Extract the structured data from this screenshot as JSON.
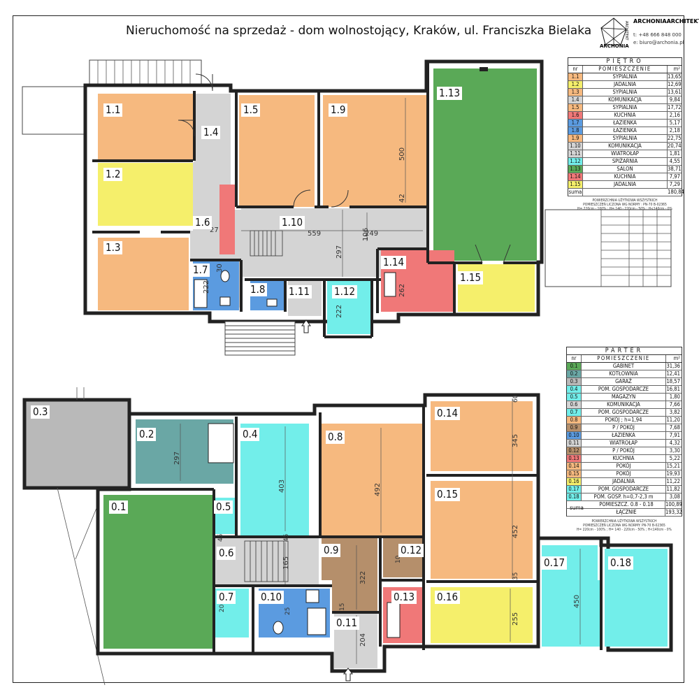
{
  "title": "Nieruchomość na sprzedaż - dom wolnostojący, Kraków, ul. Franciszka Bielaka",
  "company": {
    "name": "ARCHONIAARCHITEKT",
    "sub": "ARCHITEKT",
    "logo_text": "ARCHONIA",
    "phone": "t: +48 666 848 000",
    "email": "e: biuro@archonia.pl"
  },
  "pietro": {
    "header": "PIĘTRO",
    "col_nr": "nr",
    "col_room": "POMIESZCZENIE",
    "col_area": "m²",
    "rooms": [
      {
        "nr": "1.1",
        "name": "SYPIALNIA",
        "area": "13,65",
        "color": "#f6b97f"
      },
      {
        "nr": "1.2",
        "name": "JADALNIA",
        "area": "12,69",
        "color": "#f5ef6b"
      },
      {
        "nr": "1.3",
        "name": "SYPIALNIA",
        "area": "13,61",
        "color": "#f6b97f"
      },
      {
        "nr": "1.4",
        "name": "KOMUNIKACJA",
        "area": "9,84",
        "color": "#d4d4d4"
      },
      {
        "nr": "1.5",
        "name": "SYPIALNIA",
        "area": "17,72",
        "color": "#f6b97f"
      },
      {
        "nr": "1.6",
        "name": "KUCHNIA",
        "area": "2,16",
        "color": "#f07878"
      },
      {
        "nr": "1.7",
        "name": "ŁAZIENKA",
        "area": "5,17",
        "color": "#5b9be0"
      },
      {
        "nr": "1.8",
        "name": "ŁAZIENKA",
        "area": "2,18",
        "color": "#5b9be0"
      },
      {
        "nr": "1.9",
        "name": "SYPIALNIA",
        "area": "22,75",
        "color": "#f6b97f"
      },
      {
        "nr": "1.10",
        "name": "KOMUNIKACJA",
        "area": "20,74",
        "color": "#d4d4d4"
      },
      {
        "nr": "1.11",
        "name": "WIATROŁAP",
        "area": "1,81",
        "color": "#d4d4d4"
      },
      {
        "nr": "1.12",
        "name": "SPIŻARNIA",
        "area": "4,55",
        "color": "#72eeea"
      },
      {
        "nr": "1.13",
        "name": "SALON",
        "area": "38,71",
        "color": "#5aa957"
      },
      {
        "nr": "1.14",
        "name": "KUCHNIA",
        "area": "7,97",
        "color": "#f07878"
      },
      {
        "nr": "1.15",
        "name": "JADALNIA",
        "area": "7,29",
        "color": "#f5ef6b"
      }
    ],
    "sum_label": "suma",
    "sum_value": "180,84",
    "note1": "POWIERZCHNIA UŻYTKOWA WSZYSTKICH",
    "note2": "POMIESZCZEŃ LICZONA WG NORMY : PN-70 B-02365",
    "note3": "H= 220cm - 100% ; H= 140 - 220cm - 50% ; H<140cm - 0%"
  },
  "parter": {
    "header": "PARTER",
    "col_nr": "nr",
    "col_room": "POMIESZCZENIE",
    "col_area": "m²",
    "rooms": [
      {
        "nr": "0.1",
        "name": "GABINET",
        "area": "31,36",
        "color": "#5aa957"
      },
      {
        "nr": "0.2",
        "name": "KOTŁOWNIA",
        "area": "12,41",
        "color": "#6aa7a5"
      },
      {
        "nr": "0.3",
        "name": "GARAŻ",
        "area": "18,57",
        "color": "#b9b9b9"
      },
      {
        "nr": "0.4",
        "name": "POM. GOSPODARCZE",
        "area": "16,81",
        "color": "#72eeea"
      },
      {
        "nr": "0.5",
        "name": "MAGAZYN",
        "area": "1,80",
        "color": "#72eeea"
      },
      {
        "nr": "0.6",
        "name": "KOMUNIKACJA",
        "area": "7,66",
        "color": "#d4d4d4"
      },
      {
        "nr": "0.7",
        "name": "POM. GOSPODARCZE",
        "area": "3,82",
        "color": "#72eeea"
      },
      {
        "nr": "0.8",
        "name": "POKÓJ ; h=1,94",
        "area": "11,20",
        "color": "#f6b97f"
      },
      {
        "nr": "0.9",
        "name": "P / POKÓJ",
        "area": "7,68",
        "color": "#b58f6b"
      },
      {
        "nr": "0.10",
        "name": "ŁAZIENKA",
        "area": "7,91",
        "color": "#5b9be0"
      },
      {
        "nr": "0.11",
        "name": "WIATROŁAP",
        "area": "4,32",
        "color": "#d4d4d4"
      },
      {
        "nr": "0.12",
        "name": "P / POKÓJ",
        "area": "3,30",
        "color": "#b58f6b"
      },
      {
        "nr": "0.13",
        "name": "KUCHNIA",
        "area": "5,22",
        "color": "#f07878"
      },
      {
        "nr": "0.14",
        "name": "POKÓJ",
        "area": "15,21",
        "color": "#f6b97f"
      },
      {
        "nr": "0.15",
        "name": "POKÓJ",
        "area": "19,93",
        "color": "#f6b97f"
      },
      {
        "nr": "0.16",
        "name": "JADALNIA",
        "area": "11,22",
        "color": "#f5ef6b"
      },
      {
        "nr": "0.17",
        "name": "POM. GOSPODARCZE",
        "area": "11,82",
        "color": "#72eeea"
      },
      {
        "nr": "0.18",
        "name": "POM. GOSP. h=0,7-2,3 m",
        "area": "3,08",
        "color": "#72eeea"
      }
    ],
    "sum_label": "suma",
    "sum1_name": "POMIESZCZ. 0.8 - 0.18",
    "sum1_value": "100,89",
    "sum2_name": "ŁĄCZNIE",
    "sum2_value": "193,32",
    "note1": "POWIERZCHNIA UŻYTKOWA WSZYSTKICH",
    "note2": "POMIESZCZEŃ LICZONA WG NORMY: PN-70 B-02365",
    "note3": "H= 220cm - 100% ; H= 140 - 220cm - 50% ; H<140cm - 0%"
  },
  "dimensions": {
    "d500": "500",
    "d42": "42",
    "d559": "559",
    "d249": "249",
    "d106": "106",
    "d297u": "297",
    "d262": "262",
    "d222a": "222",
    "d222b": "222",
    "d30": "30",
    "d27": "27",
    "d297": "297",
    "d403": "403",
    "d492": "492",
    "d345": "345",
    "d452": "452",
    "d450": "450",
    "d255": "255",
    "d322": "322",
    "d165": "165",
    "d204": "204",
    "d15": "15",
    "d45a": "45",
    "d45b": "45",
    "d35": "35",
    "d60": "60",
    "d25": "25",
    "d20": "20",
    "d10": "10"
  }
}
